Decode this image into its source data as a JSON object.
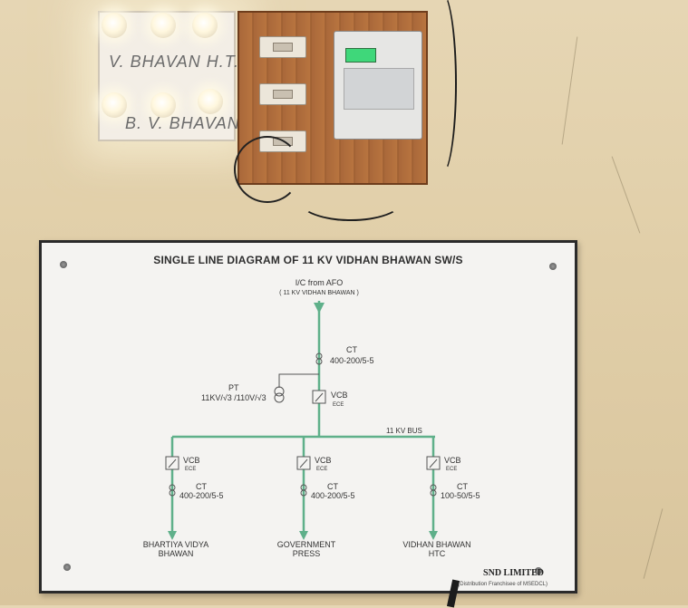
{
  "lamp_board": {
    "line1": "V. BHAVAN H.T.",
    "line2": "B. V. BHAVAN"
  },
  "diagram": {
    "title": "SINGLE LINE DIAGRAM OF 11 KV VIDHAN BHAWAN SW/S",
    "incomer": "I/C from AFO",
    "incomer_sub": "( 11 KV VIDHAN BHAWAN )",
    "main_ct_label": "CT",
    "main_ct_ratio": "400-200/5-5",
    "pt_label": "PT",
    "pt_ratio": "11KV/√3 /110V/√3",
    "main_vcb_label": "VCB",
    "main_vcb_sub": "ECE",
    "bus_label": "11 KV BUS",
    "feeders": [
      {
        "vcb": "VCB",
        "vcb_sub": "ECE",
        "ct": "CT",
        "ct_ratio": "400-200/5-5",
        "name1": "BHARTIYA VIDYA",
        "name2": "BHAWAN"
      },
      {
        "vcb": "VCB",
        "vcb_sub": "ECE",
        "ct": "CT",
        "ct_ratio": "400-200/5-5",
        "name1": "GOVERNMENT",
        "name2": "PRESS"
      },
      {
        "vcb": "VCB",
        "vcb_sub": "ECE",
        "ct": "CT",
        "ct_ratio": "100-50/5-5",
        "name1": "VIDHAN BHAWAN",
        "name2": "HTC"
      }
    ],
    "company": "SND LIMITED",
    "company_sub": "(Distribution Franchisee of MSEDCL)",
    "line_color": "#5fb08a"
  }
}
